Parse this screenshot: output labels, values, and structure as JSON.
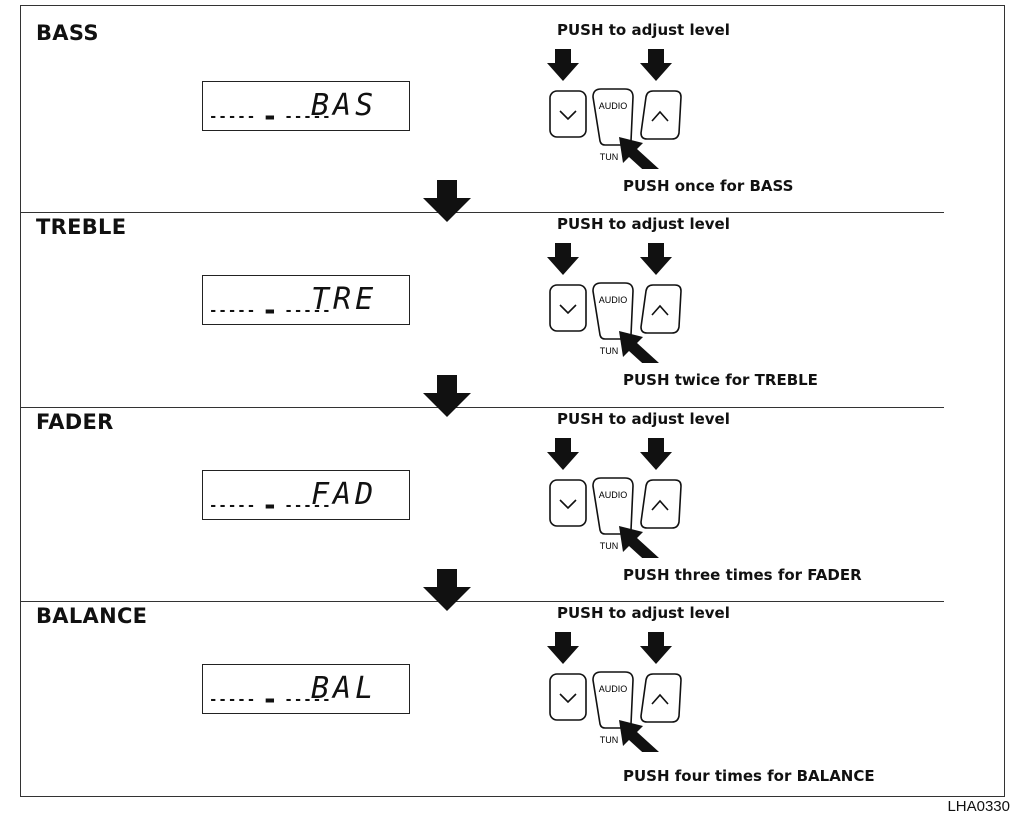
{
  "sections": [
    {
      "title": "BASS",
      "display": "BAS",
      "push_adjust": "PUSH to adjust level",
      "push_count": "PUSH once for BASS"
    },
    {
      "title": "TREBLE",
      "display": "TRE",
      "push_adjust": "PUSH to adjust level",
      "push_count": "PUSH twice for TREBLE"
    },
    {
      "title": "FADER",
      "display": "FAD",
      "push_adjust": "PUSH to adjust level",
      "push_count": "PUSH three times for FADER"
    },
    {
      "title": "BALANCE",
      "display": "BAL",
      "push_adjust": "PUSH to adjust level",
      "push_count": "PUSH four times for BALANCE"
    }
  ],
  "display_dashes": "----- ▬ -----",
  "button_labels": {
    "center": "AUDIO",
    "below": "TUN"
  },
  "figure_code": "LHA0330"
}
